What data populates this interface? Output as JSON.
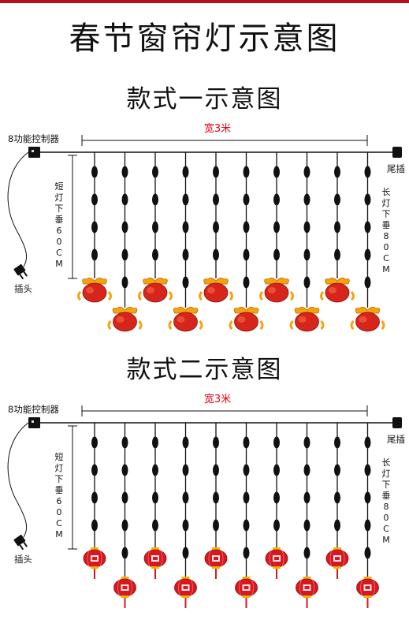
{
  "main_title": "春节窗帘灯示意图",
  "colors": {
    "accent_red": "#e60012",
    "top_bar": "#b5121b",
    "line": "#111111"
  },
  "panels": [
    {
      "title": "款式一示意图",
      "controller_label": "8功能控制器",
      "width_label": "宽3米",
      "tail_plug_label": "尾插",
      "plug_label": "插头",
      "short_label": [
        "短",
        "灯",
        "下",
        "垂",
        "6",
        "0",
        "C",
        "M"
      ],
      "long_label": [
        "长",
        "灯",
        "下",
        "垂",
        "8",
        "0",
        "C",
        "M"
      ],
      "ornament": "fu-bag-icon",
      "strands": 10
    },
    {
      "title": "款式二示意图",
      "controller_label": "8功能控制器",
      "width_label": "宽3米",
      "tail_plug_label": "尾插",
      "plug_label": "插头",
      "short_label": [
        "短",
        "灯",
        "下",
        "垂",
        "6",
        "0",
        "C",
        "M"
      ],
      "long_label": [
        "长",
        "灯",
        "下",
        "垂",
        "8",
        "0",
        "C",
        "M"
      ],
      "ornament": "lantern-icon",
      "strands": 10
    }
  ]
}
